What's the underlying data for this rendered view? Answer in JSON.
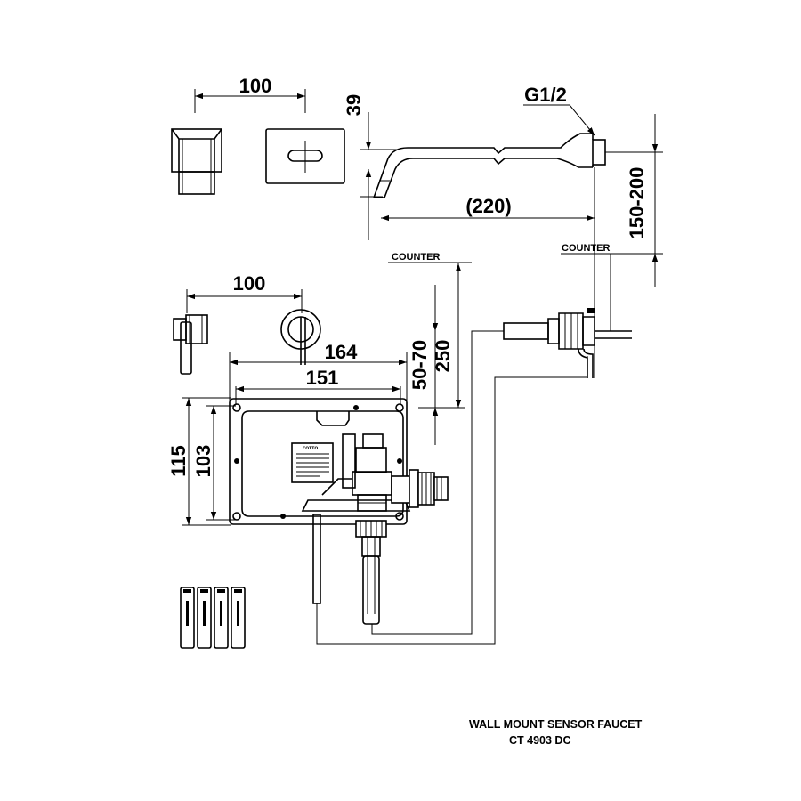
{
  "title": {
    "product": "WALL MOUNT SENSOR FAUCET",
    "model": "CT 4903 DC"
  },
  "dimensions": {
    "top_width": "100",
    "spout_height": "39",
    "thread": "G1/2",
    "spout_length": "(220)",
    "spout_mount_height": "150-200",
    "valve_spacing": "100",
    "box_outer_width": "164",
    "box_inner_width": "151",
    "box_outer_height": "115",
    "box_inner_height": "103",
    "box_depth": "50-70",
    "counter_to_box": "250"
  },
  "labels": {
    "counter_left": "COUNTER",
    "counter_right": "COUNTER",
    "box_label_brand": "COTTO"
  }
}
